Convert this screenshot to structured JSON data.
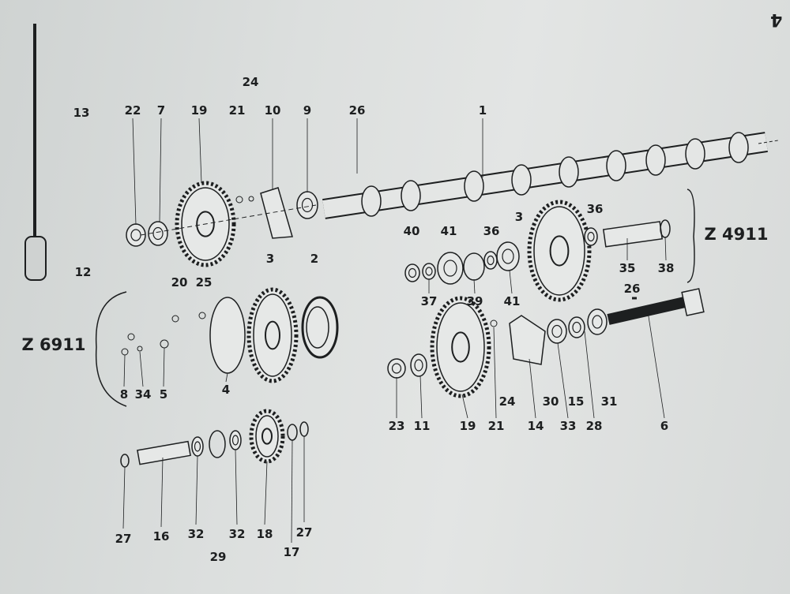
{
  "page_number": "4",
  "group_labels": [
    "Z 4911",
    "Z 6911"
  ],
  "part_labels": [
    "13",
    "22",
    "7",
    "19",
    "21",
    "24",
    "10",
    "9",
    "26",
    "1",
    "3",
    "36",
    "40",
    "41",
    "36",
    "35",
    "38",
    "37",
    "39",
    "41",
    "26",
    "12",
    "20",
    "25",
    "3",
    "2",
    "8",
    "34",
    "5",
    "4",
    "23",
    "11",
    "19",
    "21",
    "24",
    "14",
    "30",
    "33",
    "15",
    "28",
    "31",
    "6",
    "27",
    "16",
    "32",
    "29",
    "32",
    "18",
    "27",
    "17"
  ],
  "colors": {
    "ink": "#1d1f20",
    "paper": "#dcdfde"
  }
}
